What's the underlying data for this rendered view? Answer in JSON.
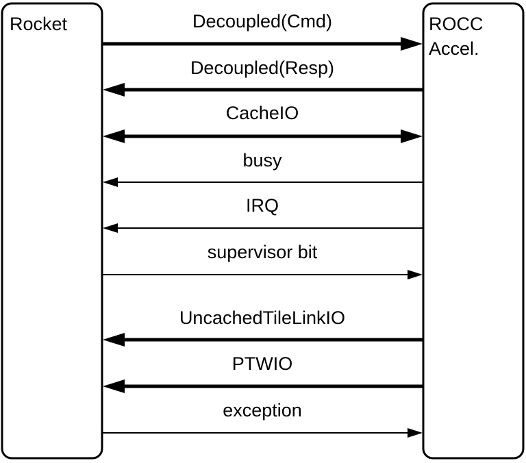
{
  "blocks": {
    "left": "Rocket",
    "right_line1": "ROCC",
    "right_line2": "Accel."
  },
  "signals": [
    {
      "label": "Decoupled(Cmd)",
      "direction": "right",
      "weight": "thick"
    },
    {
      "label": "Decoupled(Resp)",
      "direction": "left",
      "weight": "thick"
    },
    {
      "label": "CacheIO",
      "direction": "both",
      "weight": "thick"
    },
    {
      "label": "busy",
      "direction": "left",
      "weight": "thin"
    },
    {
      "label": "IRQ",
      "direction": "left",
      "weight": "thin"
    },
    {
      "label": "supervisor bit",
      "direction": "right",
      "weight": "thin"
    },
    {
      "label": "UncachedTileLinkIO",
      "direction": "left",
      "weight": "thick"
    },
    {
      "label": "PTWIO",
      "direction": "left",
      "weight": "thick"
    },
    {
      "label": "exception",
      "direction": "right",
      "weight": "thin"
    }
  ]
}
